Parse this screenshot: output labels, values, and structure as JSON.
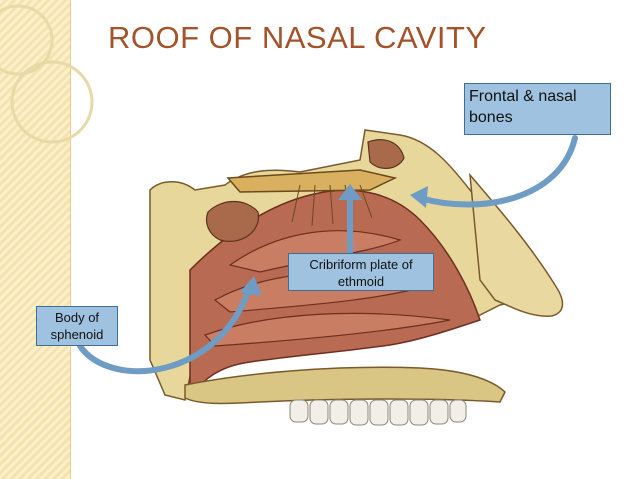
{
  "slide": {
    "title": "ROOF OF NASAL CAVITY"
  },
  "labels": {
    "frontal_nasal": "Frontal & nasal bones",
    "cribriform": "Cribriform plate of ethmoid",
    "sphenoid": "Body of sphenoid"
  },
  "colors": {
    "title": "#a2532a",
    "callout_fill": "#9ec2df",
    "callout_border": "#3f6f95",
    "arrow": "#6f9cc4",
    "bone": "#e7d79a",
    "mucosa": "#b86a52",
    "background_band": "#f8e8b8"
  }
}
